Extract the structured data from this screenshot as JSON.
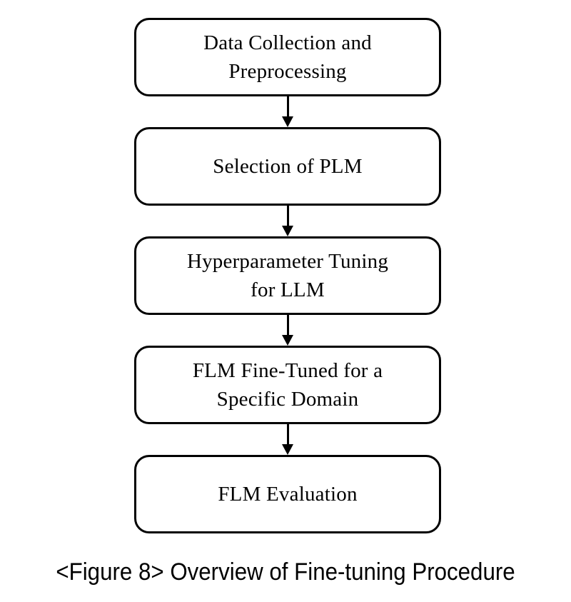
{
  "figure": {
    "caption": "<Figure 8> Overview of Fine-tuning Procedure",
    "background_color": "#ffffff",
    "stroke_color": "#000000",
    "text_color": "#000000"
  },
  "flowchart": {
    "type": "vertical-flow",
    "direction": "top-to-bottom",
    "node_count": 5,
    "connector_count": 4,
    "nodes": [
      {
        "id": "data-collection-and-preprocessing",
        "label": "Data Collection and\nPreprocessing",
        "order": 1
      },
      {
        "id": "selection-of-plm",
        "label": "Selection of PLM",
        "order": 2
      },
      {
        "id": "hyperparameter-tuning-for-llm",
        "label": "Hyperparameter Tuning\nfor LLM",
        "order": 3
      },
      {
        "id": "flm-fine-tuned-for-a-specific-domain",
        "label": "FLM Fine-Tuned for a\nSpecific Domain",
        "order": 4
      },
      {
        "id": "flm-evaluation",
        "label": "FLM Evaluation",
        "order": 5
      }
    ],
    "connectors": [
      {
        "from": "data-collection-and-preprocessing",
        "to": "selection-of-plm",
        "arrowhead": "filled-triangle-down"
      },
      {
        "from": "selection-of-plm",
        "to": "hyperparameter-tuning-for-llm",
        "arrowhead": "filled-triangle-down"
      },
      {
        "from": "hyperparameter-tuning-for-llm",
        "to": "flm-fine-tuned-for-a-specific-domain",
        "arrowhead": "filled-triangle-down"
      },
      {
        "from": "flm-fine-tuned-for-a-specific-domain",
        "to": "flm-evaluation",
        "arrowhead": "filled-triangle-down"
      }
    ]
  }
}
